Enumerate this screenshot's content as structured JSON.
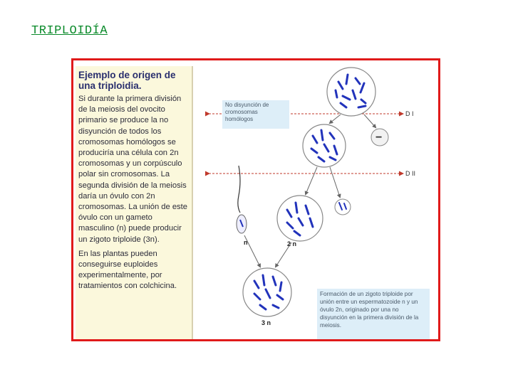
{
  "page": {
    "title": "TRIPLOIDÍA"
  },
  "panel": {
    "heading": "Ejemplo de origen de una triploidia.",
    "paragraph1": "Si durante la primera división de la meiosis del ovocito primario se produce la no disyunción de todos los cromosomas homólogos se produciría una célula con 2n cromosomas y un corpúsculo polar sin cromosomas. La segunda división de la meiosis daría un óvulo con 2n cromosomas. La unión de este óvulo con un gameto masculino (n) puede producir un zigoto triploide (3n).",
    "paragraph2": "En las plantas pueden conseguirse euploides experimentalmente, por tratamientos con colchicina."
  },
  "diagram": {
    "callout_top": "No disyunción de cromosomas homólogos",
    "callout_bottom": "Formación de un zigoto triploide por unión entre un espermatozoide n y un óvulo 2n, originado por una no disyunción en la primera división de la meiosis.",
    "label_di": "D I",
    "label_dii": "D II",
    "label_n": "n",
    "label_2n": "2 n",
    "label_3n": "3 n",
    "minus_sign": "−"
  },
  "colors": {
    "title": "#0a8a2a",
    "frame": "#e01a1a",
    "chromosome": "#2233bb",
    "arrow": "#c0392b"
  }
}
